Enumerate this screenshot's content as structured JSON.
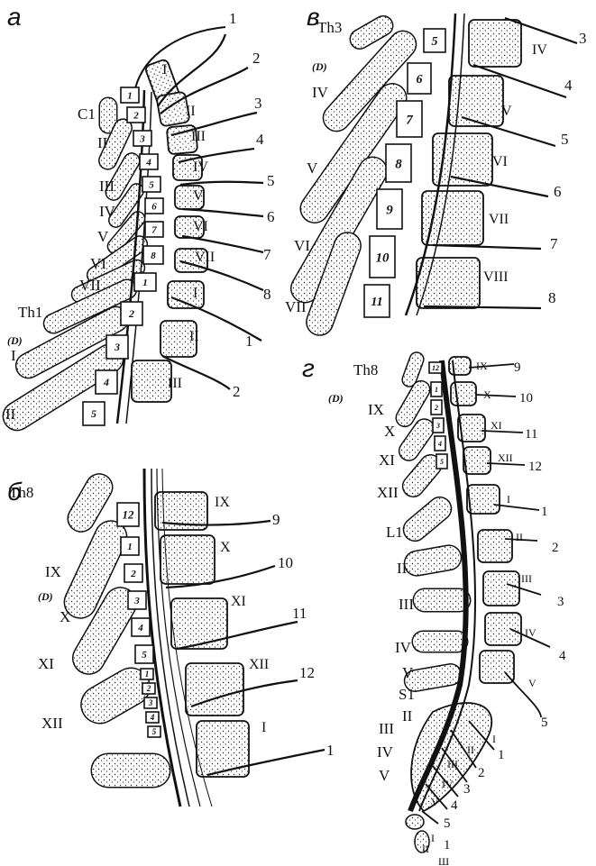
{
  "colors": {
    "ink": "#111111",
    "paper": "#ffffff"
  },
  "panels": [
    {
      "id": "a",
      "letter": "а",
      "left_labels": [
        "C1",
        "II",
        "III",
        "IV",
        "V",
        "VI",
        "VII",
        "Th1",
        "(D)",
        "I",
        "II"
      ],
      "segments": [
        "1",
        "2",
        "3",
        "4",
        "5",
        "6",
        "7",
        "8",
        "1",
        "2",
        "3",
        "4",
        "5"
      ],
      "body_labels": [
        "I",
        "II",
        "III",
        "IV",
        "V",
        "VI",
        "VII",
        "I",
        "II",
        "III"
      ],
      "root_numbers": [
        "1",
        "2",
        "3",
        "4",
        "5",
        "6",
        "7",
        "8",
        "1",
        "2"
      ]
    },
    {
      "id": "b",
      "letter": "б",
      "left_labels": [
        "Th8",
        "IX",
        "(D)",
        "X",
        "XI",
        "XII"
      ],
      "segments": [
        "12",
        "1",
        "2",
        "3",
        "4",
        "5",
        "1",
        "2",
        "3",
        "4",
        "5"
      ],
      "body_labels": [
        "IX",
        "X",
        "XI",
        "XII",
        "I"
      ],
      "root_numbers": [
        "9",
        "10",
        "11",
        "12",
        "1"
      ]
    },
    {
      "id": "v",
      "letter": "в",
      "left_labels": [
        "Th3",
        "(D)",
        "IV",
        "V",
        "VI",
        "VII"
      ],
      "segments": [
        "5",
        "6",
        "7",
        "8",
        "9",
        "10",
        "11"
      ],
      "body_labels": [
        "IV",
        "V",
        "VI",
        "VII",
        "VIII"
      ],
      "root_numbers": [
        "3",
        "4",
        "5",
        "6",
        "7",
        "8"
      ]
    },
    {
      "id": "g",
      "letter": "г",
      "left_labels": [
        "Th8",
        "(D)",
        "IX",
        "X",
        "XI",
        "XII",
        "L1",
        "II",
        "III",
        "IV",
        "V",
        "S1",
        "II",
        "III",
        "IV",
        "V"
      ],
      "segments": [
        "12",
        "1",
        "2",
        "3",
        "4",
        "5"
      ],
      "body_labels": [
        "IX",
        "X",
        "XI",
        "XII",
        "I",
        "II",
        "III",
        "IV",
        "V",
        "I",
        "II",
        "III",
        "IV",
        "V",
        "I",
        "II",
        "Ш"
      ],
      "root_numbers": [
        "9",
        "10",
        "11",
        "12",
        "1",
        "2",
        "3",
        "4",
        "5",
        "1",
        "2",
        "3",
        "4",
        "5",
        "1"
      ]
    }
  ]
}
